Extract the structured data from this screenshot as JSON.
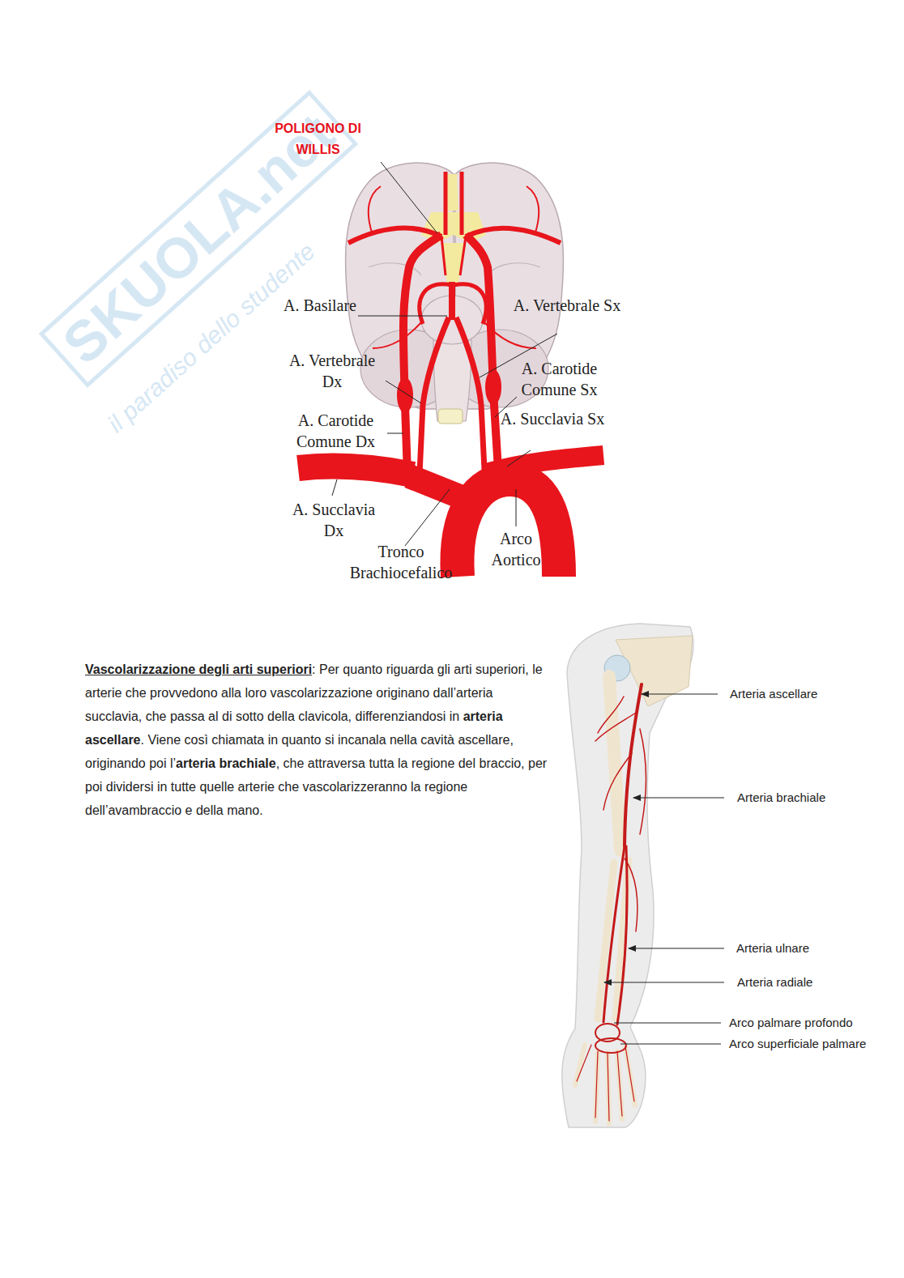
{
  "diagram": {
    "labels": [
      "SKUOLA.net",
      "il paradiso dello studente",
      "POLIGONO DI WILLIS",
      "A. Basilare",
      "A. Vertebrale Sx",
      "A. Vertebrale Dx",
      "A. Carotide Comune Sx",
      "A. Carotide Comune Dx",
      "A. Succlavia Sx",
      "A. Succlavia Dx",
      "Tronco Brachiocefalico",
      "Arco Aortico",
      "Vascolarizzazione degli arti superiori",
      ": Per quanto riguarda gli arti superiori, le arterie che provvedono alla loro vascolarizzazione originano dall’arteria succlavia, che passa al di sotto della clavicola, differenziandosi in ",
      "arteria ascellare",
      ". Viene così chiamata in quanto si incanala nella cavità ascellare, originando poi l’",
      "arteria brachiale",
      ", che attraversa tutta la regione del braccio, per poi dividersi in tutte quelle arterie che vascolarizzeranno la regione dell’avambraccio e della mano.",
      "Arteria ascellare",
      "Arteria brachiale",
      "Arteria ulnare",
      "Arteria radiale",
      "Arco palmare profondo",
      "Arco superficiale palmare"
    ]
  }
}
